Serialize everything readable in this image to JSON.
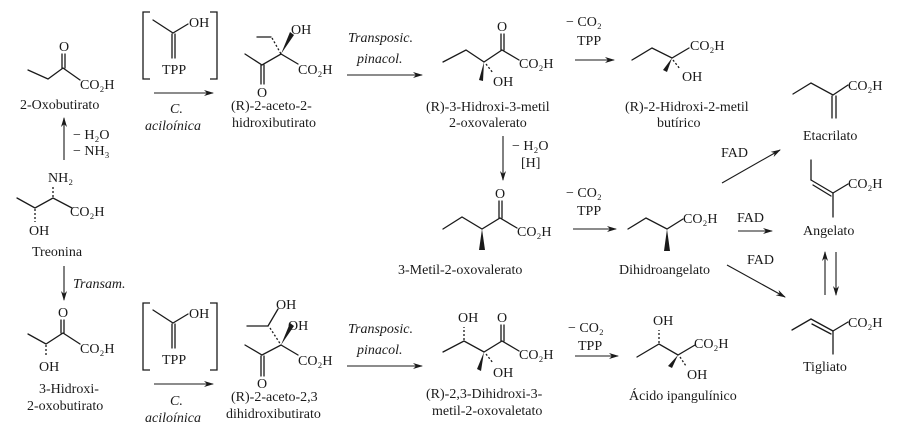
{
  "title": "Biosíntesis de ácidos angélico y tíglico a partir de treonina",
  "compounds": {
    "oxobutirato": {
      "name": "2-Oxobutirato",
      "o": "O",
      "co2h": "CO₂H"
    },
    "treonina": {
      "name": "Treonina",
      "nh2": "NH₂",
      "oh": "OH",
      "co2h": "CO₂H"
    },
    "hidroxioxobutirato": {
      "name_1": "3-Hidroxi-",
      "name_2": "2-oxobutirato",
      "o": "O",
      "oh": "OH",
      "co2h": "CO₂H"
    },
    "tpp_top": {
      "oh": "OH",
      "tpp": "TPP"
    },
    "tpp_bottom": {
      "oh": "OH",
      "tpp": "TPP"
    },
    "acetohidroxibutirato": {
      "name_1": "(R)-2-aceto-2-",
      "name_2": "hidroxibutirato",
      "oh": "OH",
      "o": "O",
      "co2h": "CO₂H"
    },
    "acetodihidroxibutirato": {
      "name_1": "(R)-2-aceto-2,3",
      "name_2": "dihidroxibutirato",
      "oh1": "OH",
      "oh2": "OH",
      "o": "O",
      "co2h": "CO₂H"
    },
    "hidroximetiloxovalerato": {
      "name_1": "(R)-3-Hidroxi-3-metil",
      "name_2": "2-oxovalerato",
      "o": "O",
      "oh": "OH",
      "co2h": "CO₂H"
    },
    "dihidroximetiloxovaletato": {
      "name_1": "(R)-2,3-Dihidroxi-3-",
      "name_2": "metil-2-oxovaletato",
      "o": "O",
      "oh1": "OH",
      "oh2": "OH",
      "co2h": "CO₂H"
    },
    "hidroximetilbutirico": {
      "name_1": "(R)-2-Hidroxi-2-metil",
      "name_2": "butírico",
      "oh": "OH",
      "co2h": "CO₂H"
    },
    "metiloxovalerato": {
      "name": "3-Metil-2-oxovalerato",
      "o": "O",
      "co2h": "CO₂H"
    },
    "dihidroangelato": {
      "name": "Dihidroangelato",
      "co2h": "CO₂H"
    },
    "ipangulinico": {
      "name": "Ácido ipangulínico",
      "oh1": "OH",
      "oh2": "OH",
      "co2h": "CO₂H"
    },
    "etacrilato": {
      "name": "Etacrilato",
      "co2h": "CO₂H"
    },
    "angelato": {
      "name": "Angelato",
      "co2h": "CO₂H"
    },
    "tigliato": {
      "name": "Tigliato",
      "co2h": "CO₂H"
    }
  },
  "reactions": {
    "deamination": {
      "line1": "− H₂O",
      "line2": "− NH₃"
    },
    "transamination": {
      "label": "Transam."
    },
    "acyloin_top": {
      "line1": "C.",
      "line2": "aciloínica"
    },
    "acyloin_bottom": {
      "line1": "C.",
      "line2": "aciloínica"
    },
    "pinacol_top": {
      "line1": "Transposic.",
      "line2": "pinacol."
    },
    "pinacol_bottom": {
      "line1": "Transposic.",
      "line2": "pinacol."
    },
    "decarbox_1": {
      "line1": "− CO₂",
      "line2": "TPP"
    },
    "decarbox_2": {
      "line1": "− CO₂",
      "line2": "TPP"
    },
    "decarbox_3": {
      "line1": "− CO₂",
      "line2": "TPP"
    },
    "dehydration": {
      "line1": "− H₂O",
      "line2": "[H]"
    },
    "fad_etacrilato": {
      "label": "FAD"
    },
    "fad_angelato": {
      "label": "FAD"
    },
    "fad_tigliato": {
      "label": "FAD"
    }
  }
}
